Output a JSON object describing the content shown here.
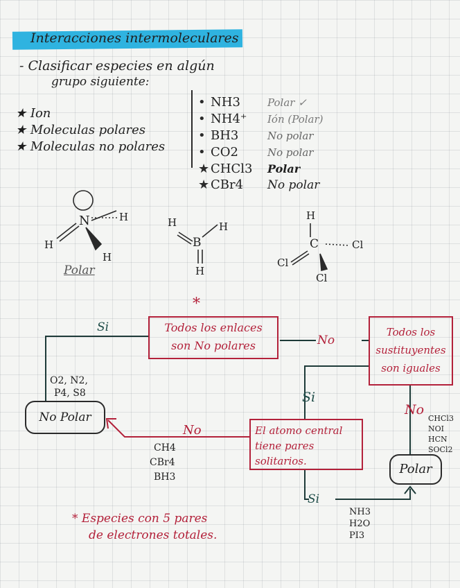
{
  "title": "Interacciones intermoleculares",
  "instruction": {
    "line1": "- Clasificar especies en algún",
    "line2": "grupo siguiente:"
  },
  "groups": [
    "★ Ion",
    "★ Moleculas polares",
    "★ Moleculas no polares"
  ],
  "species": [
    {
      "marker": "•",
      "formula": "NH3",
      "class": "Polar ✓"
    },
    {
      "marker": "•",
      "formula": "NH4⁺",
      "class": "Ión (Polar)"
    },
    {
      "marker": "•",
      "formula": "BH3",
      "class": "No polar"
    },
    {
      "marker": "•",
      "formula": "CO2",
      "class": "No polar"
    },
    {
      "marker": "★",
      "formula": "CHCl3",
      "class": "Polar"
    },
    {
      "marker": "★",
      "formula": "CBr4",
      "class": "No polar"
    }
  ],
  "molecules": {
    "nh3": {
      "center": "N",
      "h1": "H",
      "h2": "H",
      "h3": "H",
      "caption": "Polar"
    },
    "bh3": {
      "center": "B",
      "h1": "H",
      "h2": "H",
      "h3": "H"
    },
    "chcl3": {
      "center": "C",
      "h": "H",
      "cl1": "Cl",
      "cl2": "Cl",
      "cl3": "Cl"
    }
  },
  "flowchart": {
    "star": "*",
    "box_bonds": {
      "line1": "Todos los enlaces",
      "line2": "son No polares"
    },
    "box_subst": {
      "line1": "Todos los",
      "line2": "sustituyentes",
      "line3": "son iguales"
    },
    "box_lonepairs": {
      "line1": "El atomo central",
      "line2": "tiene pares",
      "line3": "solitarios."
    },
    "no_polar": "No Polar",
    "polar": "Polar",
    "label_si_top": "Si",
    "label_no_mid": "No",
    "label_si_mid": "Si",
    "label_no_right": "No",
    "label_no_left": "No",
    "label_si_bottom": "Si",
    "examples_nonpolar": [
      "O2, N2,",
      "P4, S8"
    ],
    "examples_lonepairs_no": [
      "CH4",
      "CBr4",
      "BH3"
    ],
    "examples_polar_right": [
      "CHCl3",
      "NOI",
      "HCN",
      "SOCl2"
    ],
    "examples_polar_bottom": [
      "NH3",
      "H2O",
      "PI3"
    ],
    "footnote": {
      "line1": "* Especies con 5 pares",
      "line2": "de electrones totales."
    }
  }
}
